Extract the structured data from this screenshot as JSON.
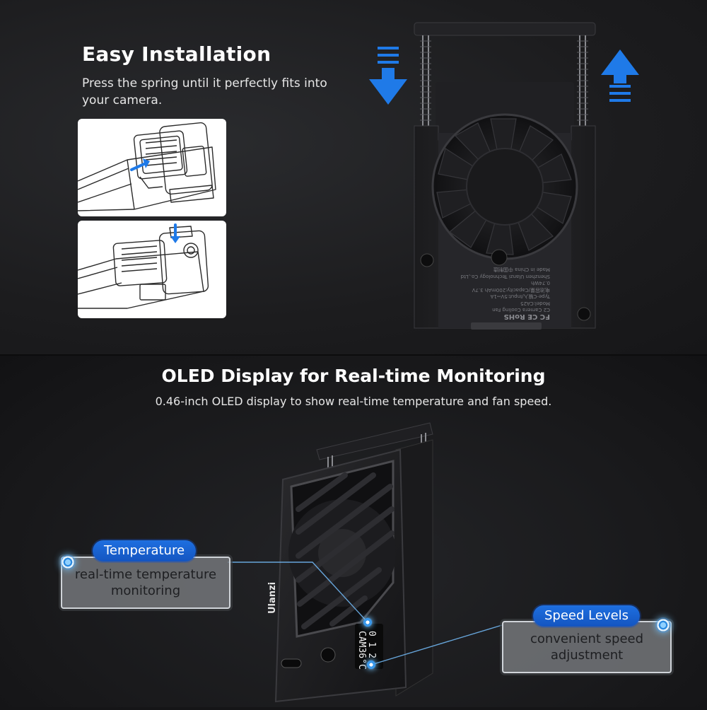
{
  "installation": {
    "title": "Easy Installation",
    "description": "Press the spring until it perfectly fits into your camera."
  },
  "oled_section": {
    "title": "OLED Display for Real-time Monitoring",
    "description": "0.46-inch OLED display to show real-time temperature and fan speed."
  },
  "callouts": {
    "temperature": {
      "label": "Temperature",
      "text": "real-time temperature monitoring"
    },
    "speed": {
      "label": "Speed Levels",
      "text": "convenient speed adjustment"
    }
  },
  "device": {
    "brand": "Ulanzi",
    "oled_line_1": "0 1 2",
    "oled_line_2": "CAM36°C",
    "label_cert": "FC  CE  RoHS",
    "label_lines": [
      "C2 Camera Cooling Fan",
      "Model:CA25",
      "Type-C输入/Input:5V⎓1A",
      "电池容量/Capacity:200mAh 3.7V 0.74Wh",
      "Shenzhen Ulanzi Technology Co.,Ltd",
      "Made in China 中国制造"
    ]
  },
  "colors": {
    "accent_blue": "#1e6fe0",
    "arrow_blue": "#1f7ae8",
    "background": "#1c1c1e"
  },
  "icons": {
    "arrow_down": "arrow-down-icon",
    "arrow_up": "arrow-up-icon",
    "callout_dot": "target-dot-icon"
  }
}
